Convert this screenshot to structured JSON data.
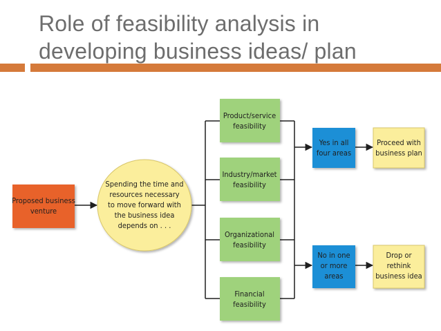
{
  "slide": {
    "title_line1": "Role of feasibility analysis in",
    "title_line2": "developing business ideas/ plan"
  },
  "colors": {
    "title_text": "#6d6d6d",
    "accent_rule": "#d57a3a",
    "orange_box": "#e8622a",
    "yellow_circle": "#fbee9c",
    "green_box": "#9fd27b",
    "blue_box": "#1f8fd6",
    "yellow_box": "#fbee9c",
    "line": "#1f1f1f"
  },
  "diagram": {
    "proposed": {
      "line1": "Proposed business",
      "line2": "venture"
    },
    "spending": {
      "line1": "Spending the time and",
      "line2": "resources necessary",
      "line3": "to move forward with",
      "line4": "the business idea",
      "line5": "depends on . . ."
    },
    "product": {
      "line1": "Product/service",
      "line2": "feasibility"
    },
    "industry": {
      "line1": "Industry/market",
      "line2": "feasibility"
    },
    "organizational": {
      "line1": "Organizational",
      "line2": "feasibility"
    },
    "financial": {
      "line1": "Financial",
      "line2": "feasibility"
    },
    "yes": {
      "line1": "Yes in all",
      "line2": "four areas"
    },
    "no": {
      "line1": "No in one",
      "line2": "or more",
      "line3": "areas"
    },
    "proceed": {
      "line1": "Proceed with",
      "line2": "business plan"
    },
    "drop": {
      "line1": "Drop or",
      "line2": "rethink",
      "line3": "business idea"
    }
  }
}
